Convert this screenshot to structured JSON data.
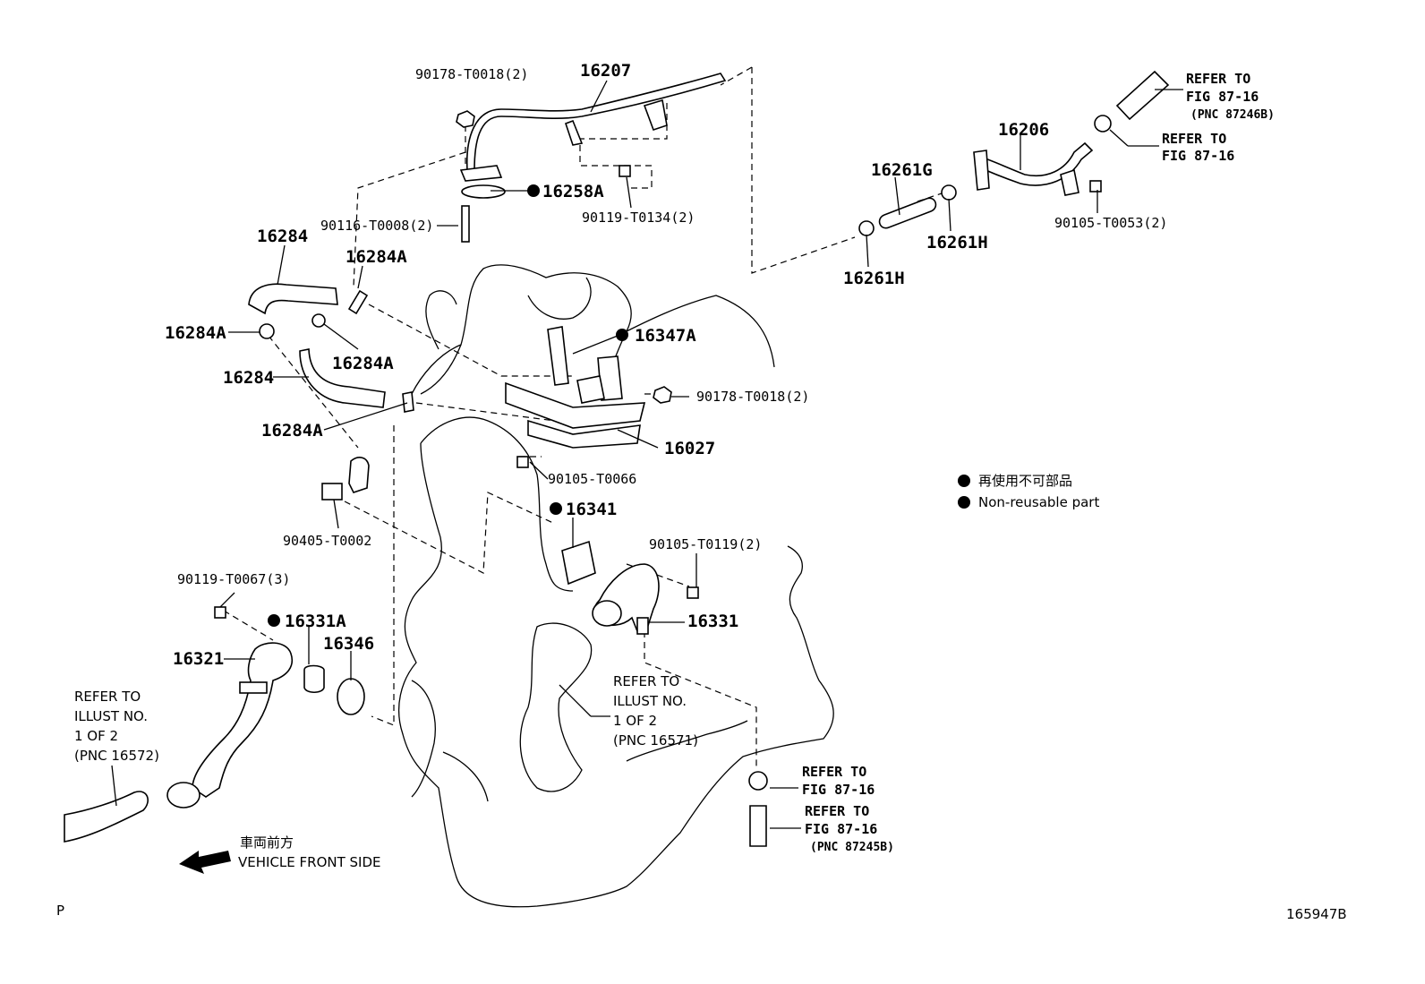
{
  "labels": {
    "p90178a": "90178-T0018(2)",
    "p16207": "16207",
    "p16258a": "16258A",
    "p90119a": "90119-T0134(2)",
    "p90116": "90116-T0008(2)",
    "p16284_top": "16284",
    "p16284a_1": "16284A",
    "p16284a_2": "16284A",
    "p16284a_3": "16284A",
    "p16284_mid": "16284",
    "p16284a_4": "16284A",
    "p16347a": "16347A",
    "p90178b": "90178-T0018(2)",
    "p16027": "16027",
    "p90105a": "90105-T0066",
    "p16341": "16341",
    "p90405": "90405-T0002",
    "p90105b": "90105-T0119(2)",
    "p16331": "16331",
    "p90119b": "90119-T0067(3)",
    "p16331a": "16331A",
    "p16346": "16346",
    "p16321": "16321",
    "p16206": "16206",
    "p16261g": "16261G",
    "p16261h_1": "16261H",
    "p16261h_2": "16261H",
    "p90105c": "90105-T0053(2)"
  },
  "refs": {
    "r1": [
      "REFER TO",
      "FIG 87-16",
      "(PNC 87246B)"
    ],
    "r2": [
      "REFER TO",
      "FIG 87-16"
    ],
    "r3": [
      "REFER TO",
      "ILLUST NO.",
      "1 OF 2",
      "(PNC 16572)"
    ],
    "r4": [
      "REFER TO",
      "ILLUST NO.",
      "1 OF 2",
      "(PNC 16571)"
    ],
    "r5": [
      "REFER TO",
      "FIG 87-16"
    ],
    "r6": [
      "REFER TO",
      "FIG 87-16",
      "(PNC 87245B)"
    ]
  },
  "legend": {
    "jp": "再使用不可部品",
    "en": "Non-reusable part"
  },
  "front": {
    "jp": "車両前方",
    "en": "VEHICLE FRONT SIDE"
  },
  "corner_left": "P",
  "figure_id": "165947B"
}
